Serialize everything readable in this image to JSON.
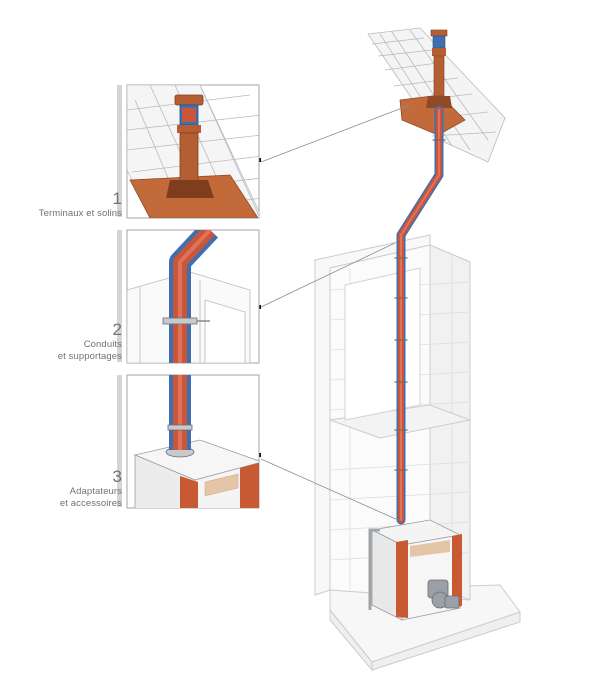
{
  "sections": [
    {
      "number": "1",
      "line1": "Terminaux et solins",
      "line2": ""
    },
    {
      "number": "2",
      "line1": "Conduits",
      "line2": "et supportages"
    },
    {
      "number": "3",
      "line1": "Adaptateurs",
      "line2": "et accessoires"
    }
  ],
  "colors": {
    "pipe_outer": "#c8563a",
    "pipe_liner": "#e0725a",
    "pipe_blue": "#3f6fb0",
    "terminal": "#b65e33",
    "boiler_body": "#ececec",
    "boiler_band": "#c85a33",
    "outline": "#9a9ea3",
    "wall": "#f6f6f6"
  }
}
